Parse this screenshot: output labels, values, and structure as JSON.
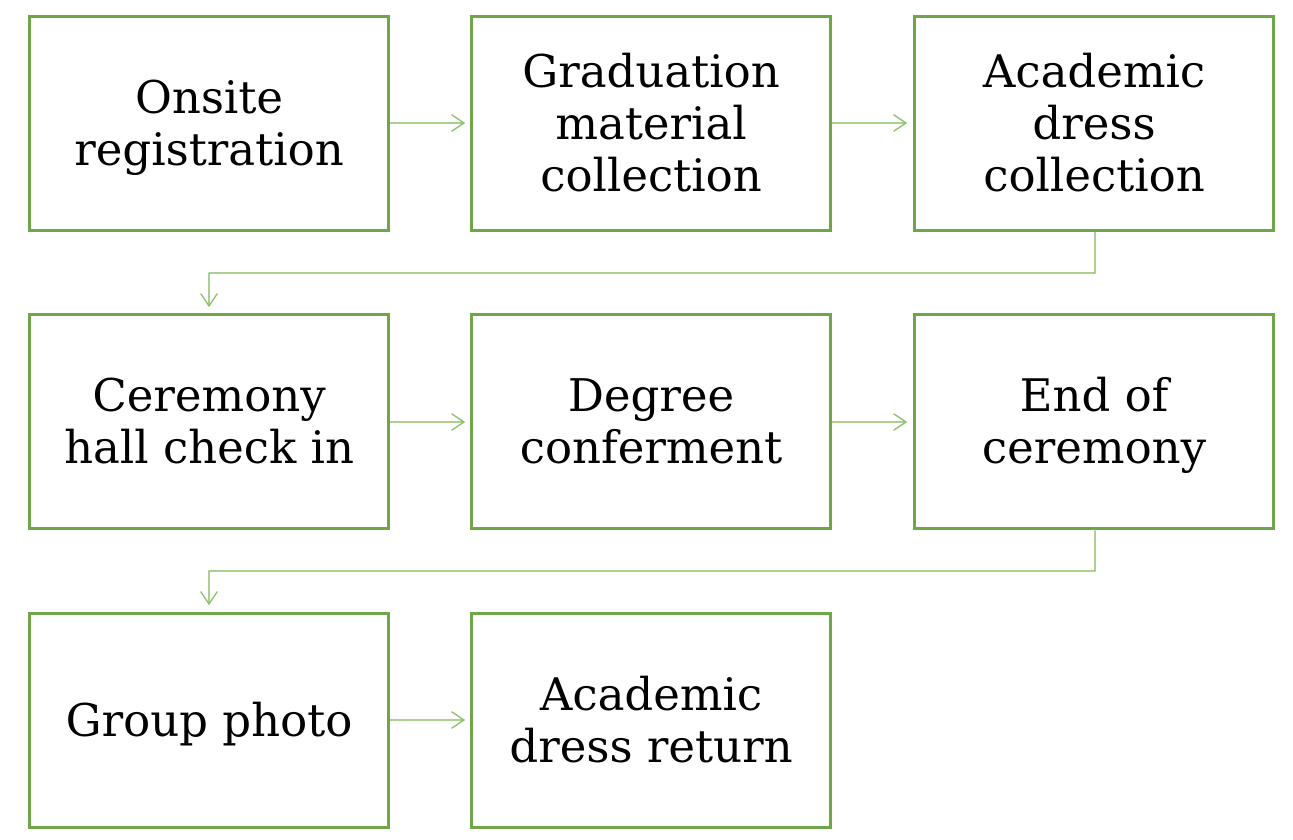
{
  "diagram": {
    "type": "flowchart",
    "colors": {
      "box_border": "#70a64a",
      "connector": "#8fc06b",
      "text": "#000000",
      "background": "#ffffff"
    },
    "steps": [
      {
        "id": "step-1",
        "label": "Onsite\nregistration"
      },
      {
        "id": "step-2",
        "label": "Graduation\nmaterial\ncollection"
      },
      {
        "id": "step-3",
        "label": "Academic\ndress\ncollection"
      },
      {
        "id": "step-4",
        "label": "Ceremony\nhall check in"
      },
      {
        "id": "step-5",
        "label": "Degree\nconferment"
      },
      {
        "id": "step-6",
        "label": "End of\nceremony"
      },
      {
        "id": "step-7",
        "label": "Group photo"
      },
      {
        "id": "step-8",
        "label": "Academic\ndress return"
      }
    ],
    "connections": [
      {
        "from": "step-1",
        "to": "step-2"
      },
      {
        "from": "step-2",
        "to": "step-3"
      },
      {
        "from": "step-3",
        "to": "step-4"
      },
      {
        "from": "step-4",
        "to": "step-5"
      },
      {
        "from": "step-5",
        "to": "step-6"
      },
      {
        "from": "step-6",
        "to": "step-7"
      },
      {
        "from": "step-7",
        "to": "step-8"
      }
    ]
  }
}
